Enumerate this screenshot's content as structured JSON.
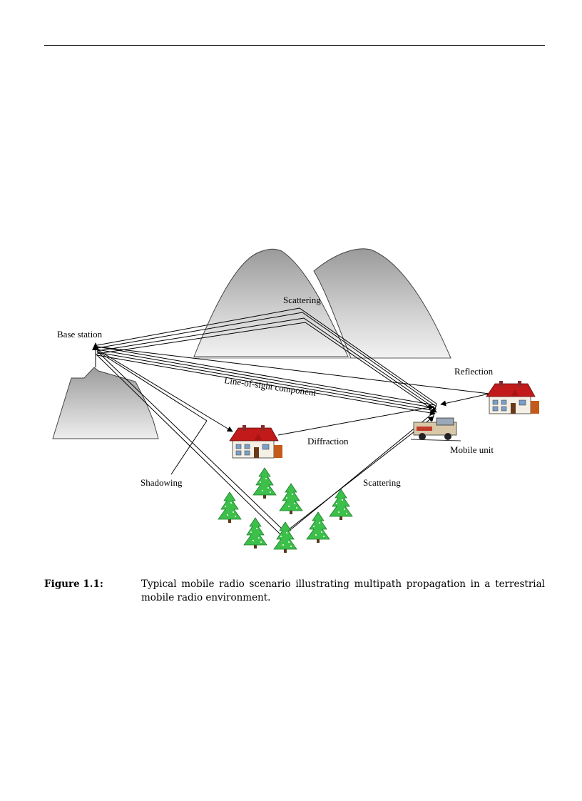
{
  "figure": {
    "labels": {
      "base_station": "Base station",
      "scattering_top": "Scattering",
      "reflection": "Reflection",
      "line_of_sight": "Line-of-sight component",
      "diffraction": "Diffraction",
      "mobile_unit": "Mobile unit",
      "shadowing": "Shadowing",
      "scattering_bottom": "Scattering"
    }
  },
  "caption": {
    "label": "Figure 1.1:",
    "text": "Typical mobile radio scenario illustrating multipath propagation in a terrestrial mobile radio environment."
  }
}
